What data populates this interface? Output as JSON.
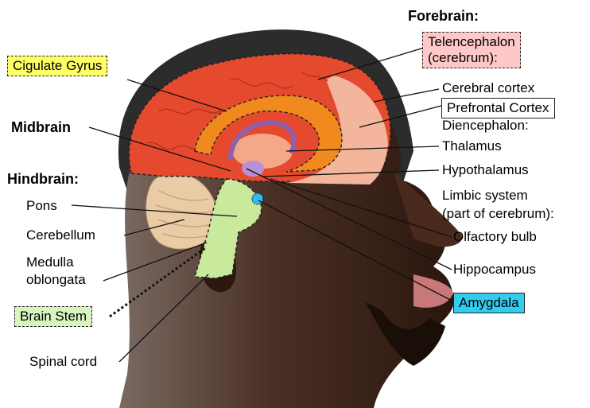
{
  "headings": {
    "forebrain": "Forebrain:",
    "midbrain": "Midbrain",
    "hindbrain": "Hindbrain:"
  },
  "boxed_labels": {
    "cigulate_gyrus": "Cigulate Gyrus",
    "telencephalon_line1": "Telencephalon",
    "telencephalon_line2": "(cerebrum):",
    "prefrontal_cortex": "Prefrontal Cortex",
    "brain_stem": "Brain Stem",
    "amygdala": "Amygdala"
  },
  "labels": {
    "cerebral_cortex": "Cerebral cortex",
    "diencephalon": "Diencephalon:",
    "thalamus": "Thalamus",
    "hypothalamus": "Hypothalamus",
    "limbic_line1": "Limbic system",
    "limbic_line2": "(part of cerebrum):",
    "olfactory_bulb": "Olfactory bulb",
    "hippocampus": "Hippocampus",
    "pons": "Pons",
    "cerebellum": "Cerebellum",
    "medulla_line1": "Medulla",
    "medulla_line2": "oblongata",
    "spinal_cord": "Spinal cord"
  },
  "colors": {
    "cigulate_box": "#ffff66",
    "telencephalon_box": "#ffc8c8",
    "prefrontal_box": "#ffffff",
    "brain_stem_box": "#d8f5c0",
    "amygdala_box": "#33ccee",
    "cerebrum": "#e8462e",
    "cingulate": "#f08a1e",
    "prefrontal": "#f4b49a",
    "brainstem": "#c8e89a",
    "cerebellum": "#e8c8a0",
    "skin": "#3a2418",
    "hair": "#2a2a2a"
  }
}
